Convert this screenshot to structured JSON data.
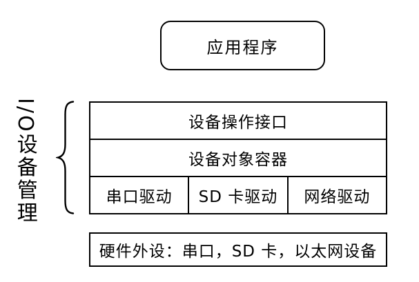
{
  "diagram": {
    "app_box_label": "应用程序",
    "side_label": "I/O设备管理",
    "stack_rows": [
      "设备操作接口",
      "设备对象容器"
    ],
    "drivers": [
      "串口驱动",
      "SD 卡驱动",
      "网络驱动"
    ],
    "hardware_label": "硬件外设：串口，SD 卡，以太网设备",
    "colors": {
      "line": "#000000",
      "background": "#ffffff",
      "text": "#000000"
    }
  }
}
